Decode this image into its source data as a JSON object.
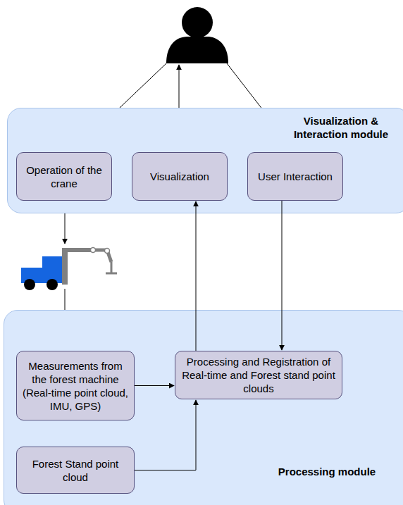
{
  "diagram": {
    "nodes": [
      {
        "text": [
          "Visualization & Interaction module"
        ]
      },
      {
        "text": [
          "Operation of the crane"
        ],
        "in": 0
      },
      {
        "text": [
          "Visualization"
        ],
        "in": 0
      },
      {
        "text": [
          "User Interaction"
        ],
        "in": 0
      },
      {
        "text": [
          "Processing module"
        ]
      },
      {
        "text": [
          "Measurements from the forest machine (Real-time point cloud, IMU, GPS)"
        ],
        "in": 4
      },
      {
        "text": [
          "Processing and Registration of Real-time and Forest stand point clouds"
        ],
        "in": 4
      },
      {
        "text": [
          "Forest Stand point cloud"
        ],
        "in": 4
      }
    ],
    "edges": [
      {
        "from": 5,
        "to": 6,
        "arrow": "to"
      },
      {
        "from": 3,
        "to": 6,
        "arrow": "to"
      },
      {
        "from": 7,
        "to": 6,
        "arrow": "to"
      },
      {
        "from": 6,
        "to": 2,
        "arrow": "to"
      }
    ]
  }
}
